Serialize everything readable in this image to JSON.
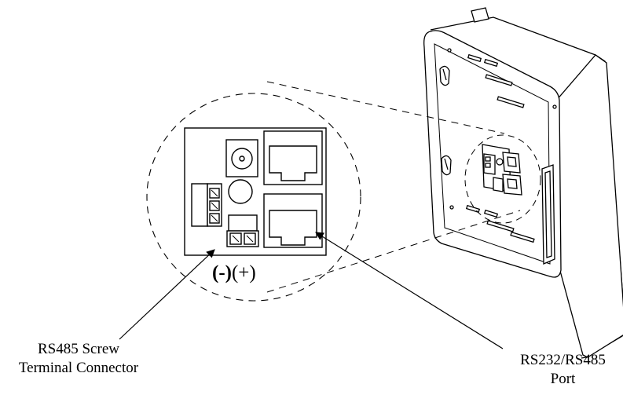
{
  "labels": {
    "rs485_line1": "RS485 Screw",
    "rs485_line2": "Terminal Connector",
    "rs232_line1": "RS232/RS485",
    "rs232_line2": "Port",
    "minus": "(-)",
    "plus": "(+)"
  },
  "colors": {
    "line": "#000000",
    "background": "#ffffff",
    "housing_fill": "#ffffff"
  }
}
